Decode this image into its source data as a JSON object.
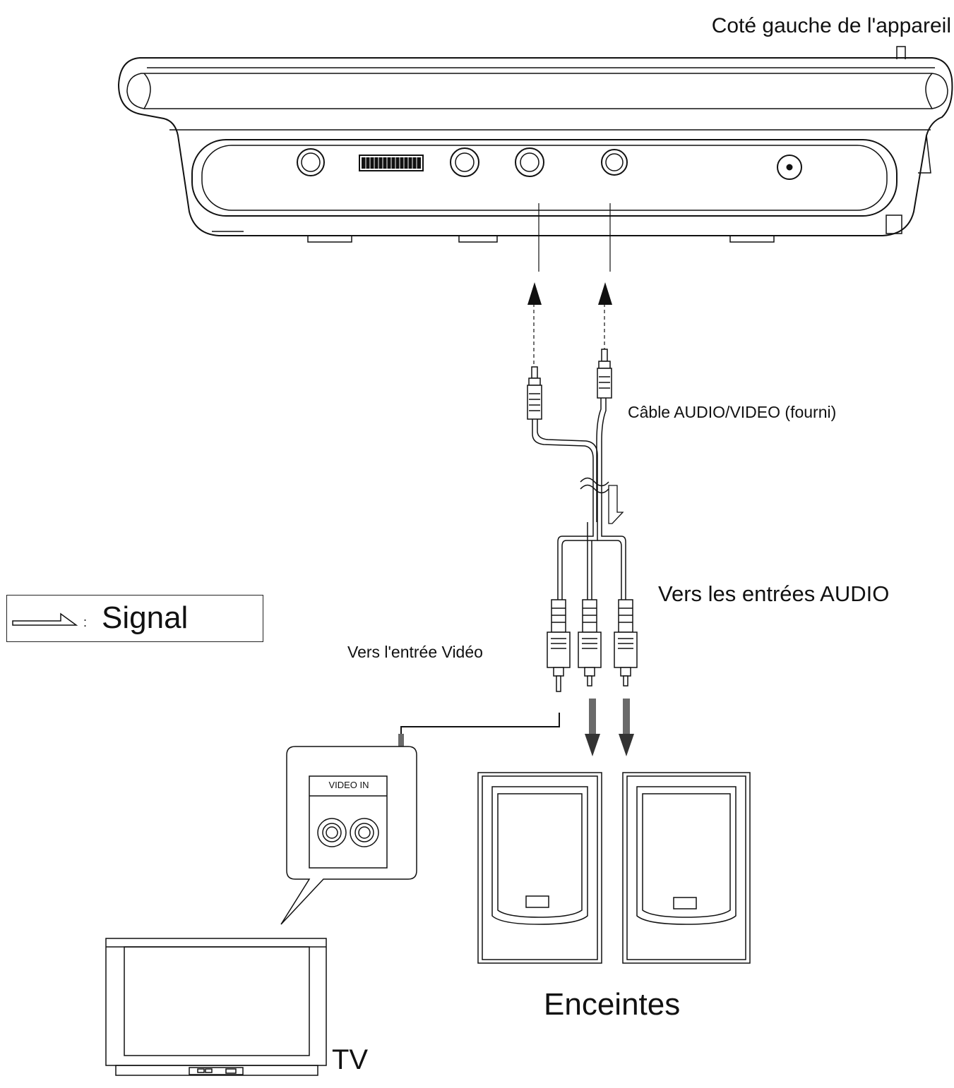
{
  "labels": {
    "device_side": "Coté gauche de l'appareil",
    "cable": "Câble AUDIO/VIDEO (fourni)",
    "audio_inputs": "Vers les entrées AUDIO",
    "video_input": "Vers l'entrée Vidéo",
    "speakers": "Enceintes",
    "tv": "TV",
    "video_in_panel": "VIDEO IN"
  },
  "legend": {
    "separator": ":",
    "label": "Signal"
  },
  "colors": {
    "line": "#111111",
    "signal_arrow": "#555555",
    "background": "#ffffff"
  }
}
